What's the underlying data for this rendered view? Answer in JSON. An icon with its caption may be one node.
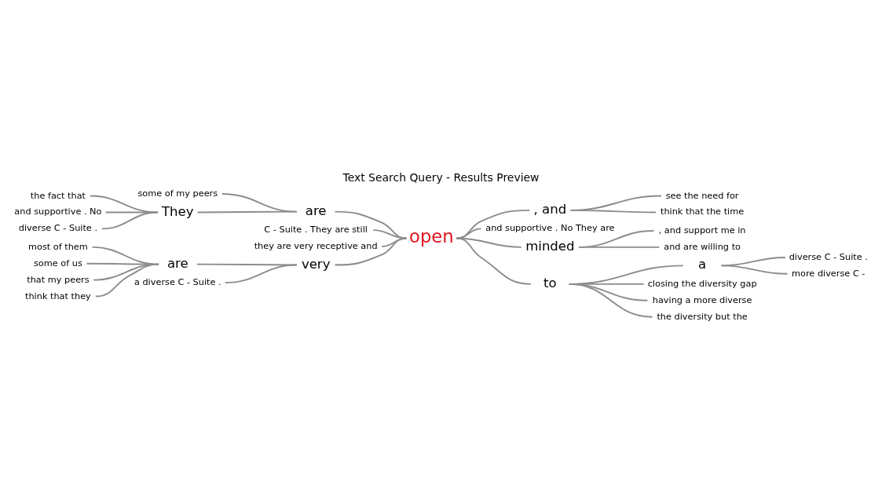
{
  "diagram": {
    "title": "Text Search Query - Results Preview",
    "nodes": [
      {
        "text": [
          "some of my peers"
        ]
      },
      {
        "text": [
          "and supportive . No"
        ]
      },
      {
        "text": [
          "are"
        ]
      },
      {
        "text": [
          "They"
        ]
      },
      {
        "text": [
          "diverse C - Suite ."
        ]
      },
      {
        "text": [
          "the fact that"
        ]
      },
      {
        "text": [
          "C - Suite . They are still"
        ]
      },
      {
        "text": [
          "they are very receptive and"
        ]
      },
      {
        "text": [
          "open"
        ]
      },
      {
        "text": [
          "a diverse C - Suite ."
        ]
      },
      {
        "text": [
          "most of them"
        ]
      },
      {
        "text": [
          "some of us"
        ]
      },
      {
        "text": [
          "very"
        ]
      },
      {
        "text": [
          "are"
        ]
      },
      {
        "text": [
          "that my peers"
        ]
      },
      {
        "text": [
          "think that they"
        ]
      },
      {
        "text": [
          ", and"
        ]
      },
      {
        "text": [
          "see the need for"
        ]
      },
      {
        "text": [
          "think that the time"
        ]
      },
      {
        "text": [
          "and supportive . No They are"
        ]
      },
      {
        "text": [
          "minded"
        ]
      },
      {
        "text": [
          ", and support me in"
        ]
      },
      {
        "text": [
          "and are willing to"
        ]
      },
      {
        "text": [
          "a"
        ]
      },
      {
        "text": [
          "diverse C - Suite ."
        ]
      },
      {
        "text": [
          "more diverse C -"
        ]
      },
      {
        "text": [
          "to"
        ]
      },
      {
        "text": [
          "closing the diversity gap"
        ]
      },
      {
        "text": [
          "having a more diverse"
        ]
      },
      {
        "text": [
          "the diversity but the"
        ]
      }
    ],
    "edges": [
      {
        "from": 0,
        "to": 2,
        "arrow": "none"
      },
      {
        "from": 1,
        "to": 3,
        "arrow": "none"
      },
      {
        "from": 4,
        "to": 3,
        "arrow": "none"
      },
      {
        "from": 5,
        "to": 3,
        "arrow": "none"
      },
      {
        "from": 3,
        "to": 2,
        "arrow": "none"
      },
      {
        "from": 2,
        "to": 8,
        "arrow": "none"
      },
      {
        "from": 6,
        "to": 8,
        "arrow": "none"
      },
      {
        "from": 7,
        "to": 8,
        "arrow": "none"
      },
      {
        "from": 9,
        "to": 12,
        "arrow": "none"
      },
      {
        "from": 10,
        "to": 13,
        "arrow": "none"
      },
      {
        "from": 11,
        "to": 13,
        "arrow": "none"
      },
      {
        "from": 14,
        "to": 13,
        "arrow": "none"
      },
      {
        "from": 15,
        "to": 13,
        "arrow": "none"
      },
      {
        "from": 13,
        "to": 12,
        "arrow": "none"
      },
      {
        "from": 12,
        "to": 8,
        "arrow": "none"
      },
      {
        "from": 8,
        "to": 16,
        "arrow": "none"
      },
      {
        "from": 16,
        "to": 17,
        "arrow": "none"
      },
      {
        "from": 16,
        "to": 18,
        "arrow": "none"
      },
      {
        "from": 8,
        "to": 19,
        "arrow": "none"
      },
      {
        "from": 8,
        "to": 20,
        "arrow": "none"
      },
      {
        "from": 20,
        "to": 21,
        "arrow": "none"
      },
      {
        "from": 20,
        "to": 22,
        "arrow": "none"
      },
      {
        "from": 8,
        "to": 26,
        "arrow": "none"
      },
      {
        "from": 26,
        "to": 23,
        "arrow": "none"
      },
      {
        "from": 23,
        "to": 24,
        "arrow": "none"
      },
      {
        "from": 23,
        "to": 25,
        "arrow": "none"
      },
      {
        "from": 26,
        "to": 27,
        "arrow": "none"
      },
      {
        "from": 26,
        "to": 28,
        "arrow": "none"
      },
      {
        "from": 26,
        "to": 29,
        "arrow": "none"
      }
    ]
  }
}
